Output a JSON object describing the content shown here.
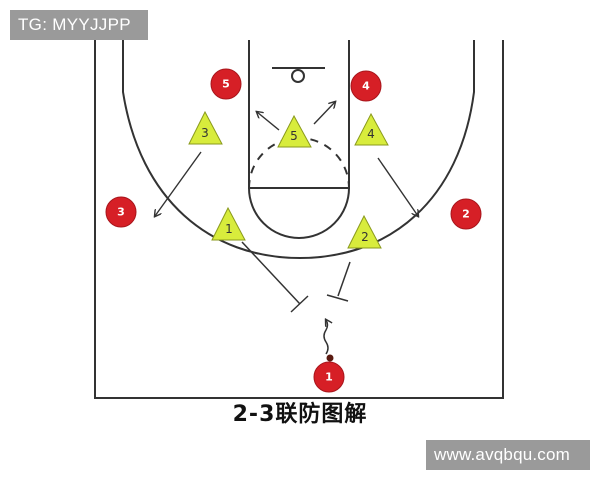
{
  "watermark_top": "TG: MYYJJPP",
  "watermark_bottom": "www.avqbqu.com",
  "caption": "2-3联防图解",
  "colors": {
    "court_line": "#333333",
    "offense_red": "#d61f26",
    "defense_triangle": "#d8ec3c",
    "watermark_bg": "#9a9a9a"
  },
  "offense_players": [
    {
      "label": "1"
    },
    {
      "label": "2"
    },
    {
      "label": "3"
    },
    {
      "label": "4"
    },
    {
      "label": "5"
    }
  ],
  "defense_players": [
    {
      "label": "1"
    },
    {
      "label": "2"
    },
    {
      "label": "3"
    },
    {
      "label": "4"
    },
    {
      "label": "5"
    }
  ]
}
